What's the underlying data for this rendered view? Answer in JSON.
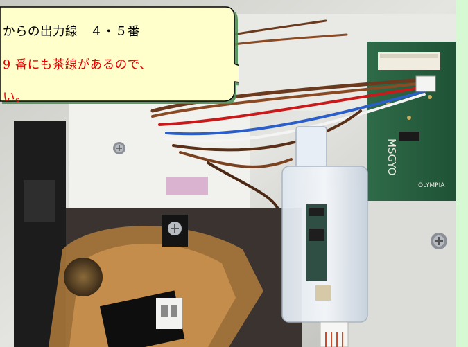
{
  "caption": {
    "line1": "からの出力線　４・５番",
    "line2": "9 番にも茶線があるので、",
    "line3": "い。"
  },
  "photo": {
    "board_label": "OLYMPIA",
    "board_side_text": "MSGYO",
    "subject": "open appliance housing with circuit board, brown/red/blue/white wires and a clear plastic module"
  },
  "colors": {
    "page_background": "#d6f8d2",
    "callout_fill": "#ffffcc",
    "callout_stroke": "#000000",
    "callout_shadow": "#4f8f57",
    "caption_black": "#000000",
    "caption_red": "#e60000"
  }
}
